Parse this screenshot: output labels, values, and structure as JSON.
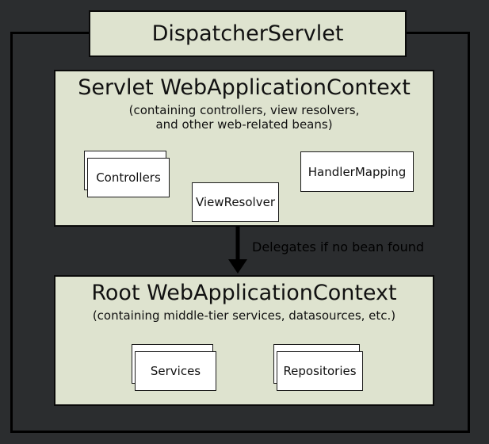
{
  "diagram": {
    "dispatcher": {
      "title": "DispatcherServlet"
    },
    "servlet_context": {
      "title": "Servlet WebApplicationContext",
      "subtitle": "(containing controllers, view resolvers,\nand other web-related beans)",
      "beans": {
        "controllers": "Controllers",
        "view_resolver": "ViewResolver",
        "handler_mapping": "HandlerMapping"
      }
    },
    "arrow_label": "Delegates if no bean found",
    "root_context": {
      "title": "Root WebApplicationContext",
      "subtitle": "(containing middle-tier services, datasources, etc.)",
      "beans": {
        "services": "Services",
        "repositories": "Repositories"
      }
    },
    "colors": {
      "background": "#2b2d2f",
      "context_fill": "#dee3cf",
      "bean_fill": "#ffffff",
      "border": "#000000"
    }
  }
}
